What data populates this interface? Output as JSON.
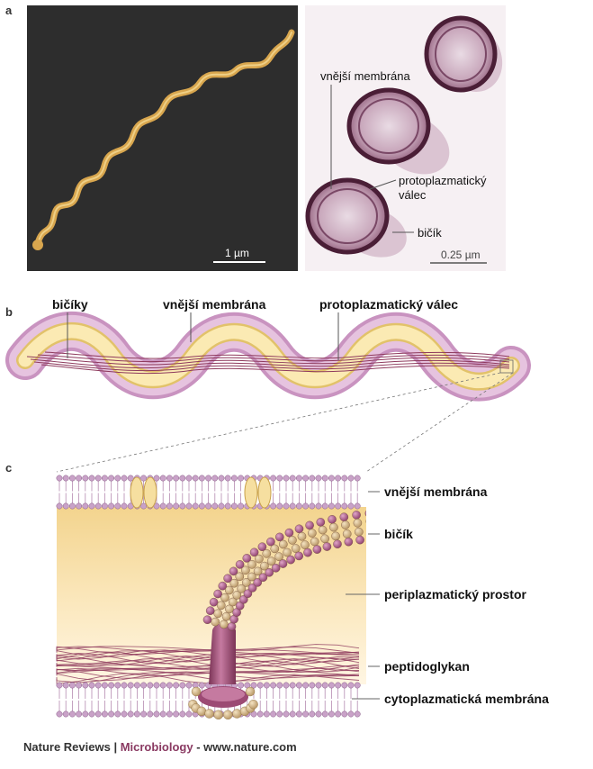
{
  "panel_labels": {
    "a": "a",
    "b": "b",
    "c": "c"
  },
  "panel_a": {
    "scale_left": "1 µm",
    "scale_right": "0.25 µm",
    "labels": {
      "outer_membrane": "vnější membrána",
      "protoplasmic_1": "protoplazmatický",
      "protoplasmic_2": "válec",
      "flagellum": "bičík"
    }
  },
  "panel_b": {
    "labels": {
      "flagella": "bičíky",
      "outer_membrane": "vnější membrána",
      "protoplasmic": "protoplazmatický válec"
    }
  },
  "panel_c": {
    "labels": {
      "outer_membrane": "vnější membrána",
      "flagellum": "bičík",
      "periplasm": "periplazmatický prostor",
      "peptidoglycan": "peptidoglykan",
      "cytoplasmic": "cytoplazmatická membrána"
    }
  },
  "footer": {
    "journal": "Nature Reviews",
    "separator": " | ",
    "section": "Microbiology",
    "site": " - www.nature.com"
  },
  "colors": {
    "em_background": "#2d2d2d",
    "spirochete": "#d8a64e",
    "outer_membrane": "#c993c0",
    "cylinder": "#f8e3a0",
    "flagella": "#8e3a5d",
    "membrane_head": "#c9a2c8",
    "bead_purple": "#a85b8c",
    "bead_tan": "#d6b98e"
  }
}
